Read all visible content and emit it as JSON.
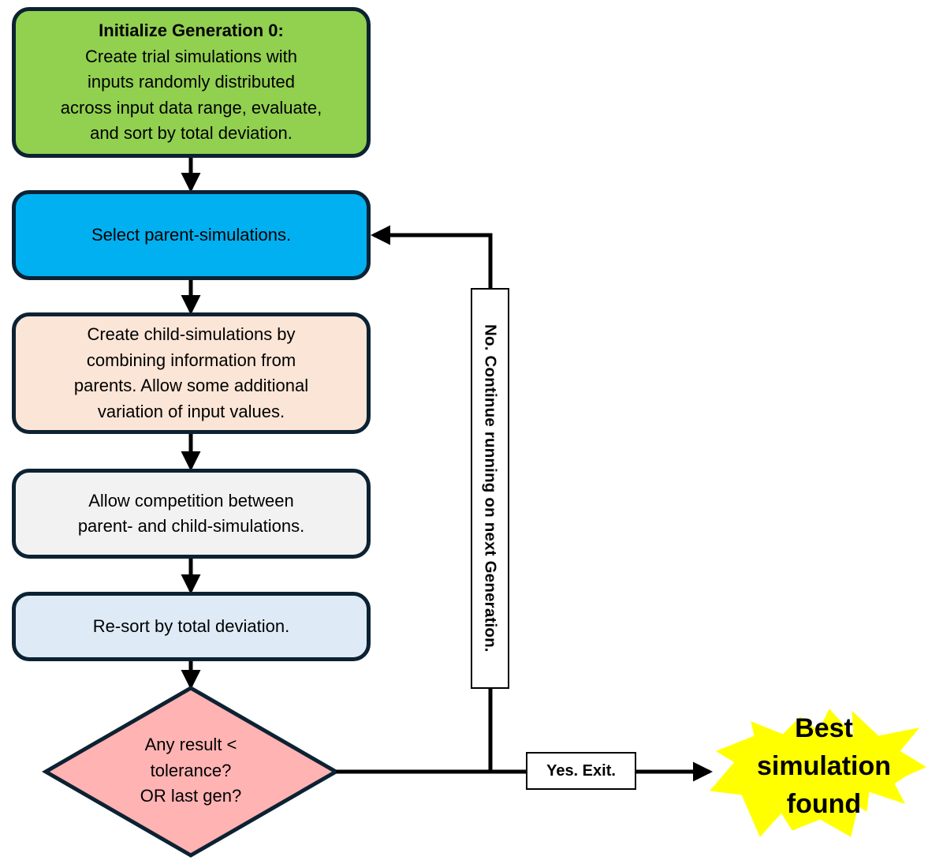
{
  "colors": {
    "outline": "#0c2233",
    "init_box": "#92d050",
    "select_box": "#00b0f0",
    "child_box": "#fbe5d6",
    "compete_box": "#f2f2f2",
    "resort_box": "#deebf7",
    "decision_diamond": "#ffb3b3",
    "result_burst": "#ffff00",
    "connector": "#000000"
  },
  "steps": {
    "init": {
      "title": "Initialize Generation 0:",
      "lines": [
        "Create trial simulations with",
        "inputs randomly distributed",
        "across input data range, evaluate,",
        "and sort by total deviation."
      ]
    },
    "select": {
      "lines": [
        "Select parent-simulations."
      ]
    },
    "child": {
      "lines": [
        "Create child-simulations by",
        "combining information from",
        "parents. Allow some additional",
        "variation of input values."
      ]
    },
    "compete": {
      "lines": [
        "Allow competition between",
        "parent- and child-simulations."
      ]
    },
    "resort": {
      "lines": [
        "Re-sort by total deviation."
      ]
    }
  },
  "decision": {
    "lines": [
      "Any result <",
      "tolerance?",
      "OR last gen?"
    ]
  },
  "loop_label": "No. Continue running on next Generation.",
  "exit_label": "Yes. Exit.",
  "result": {
    "lines": [
      "Best",
      "simulation",
      "found"
    ]
  }
}
